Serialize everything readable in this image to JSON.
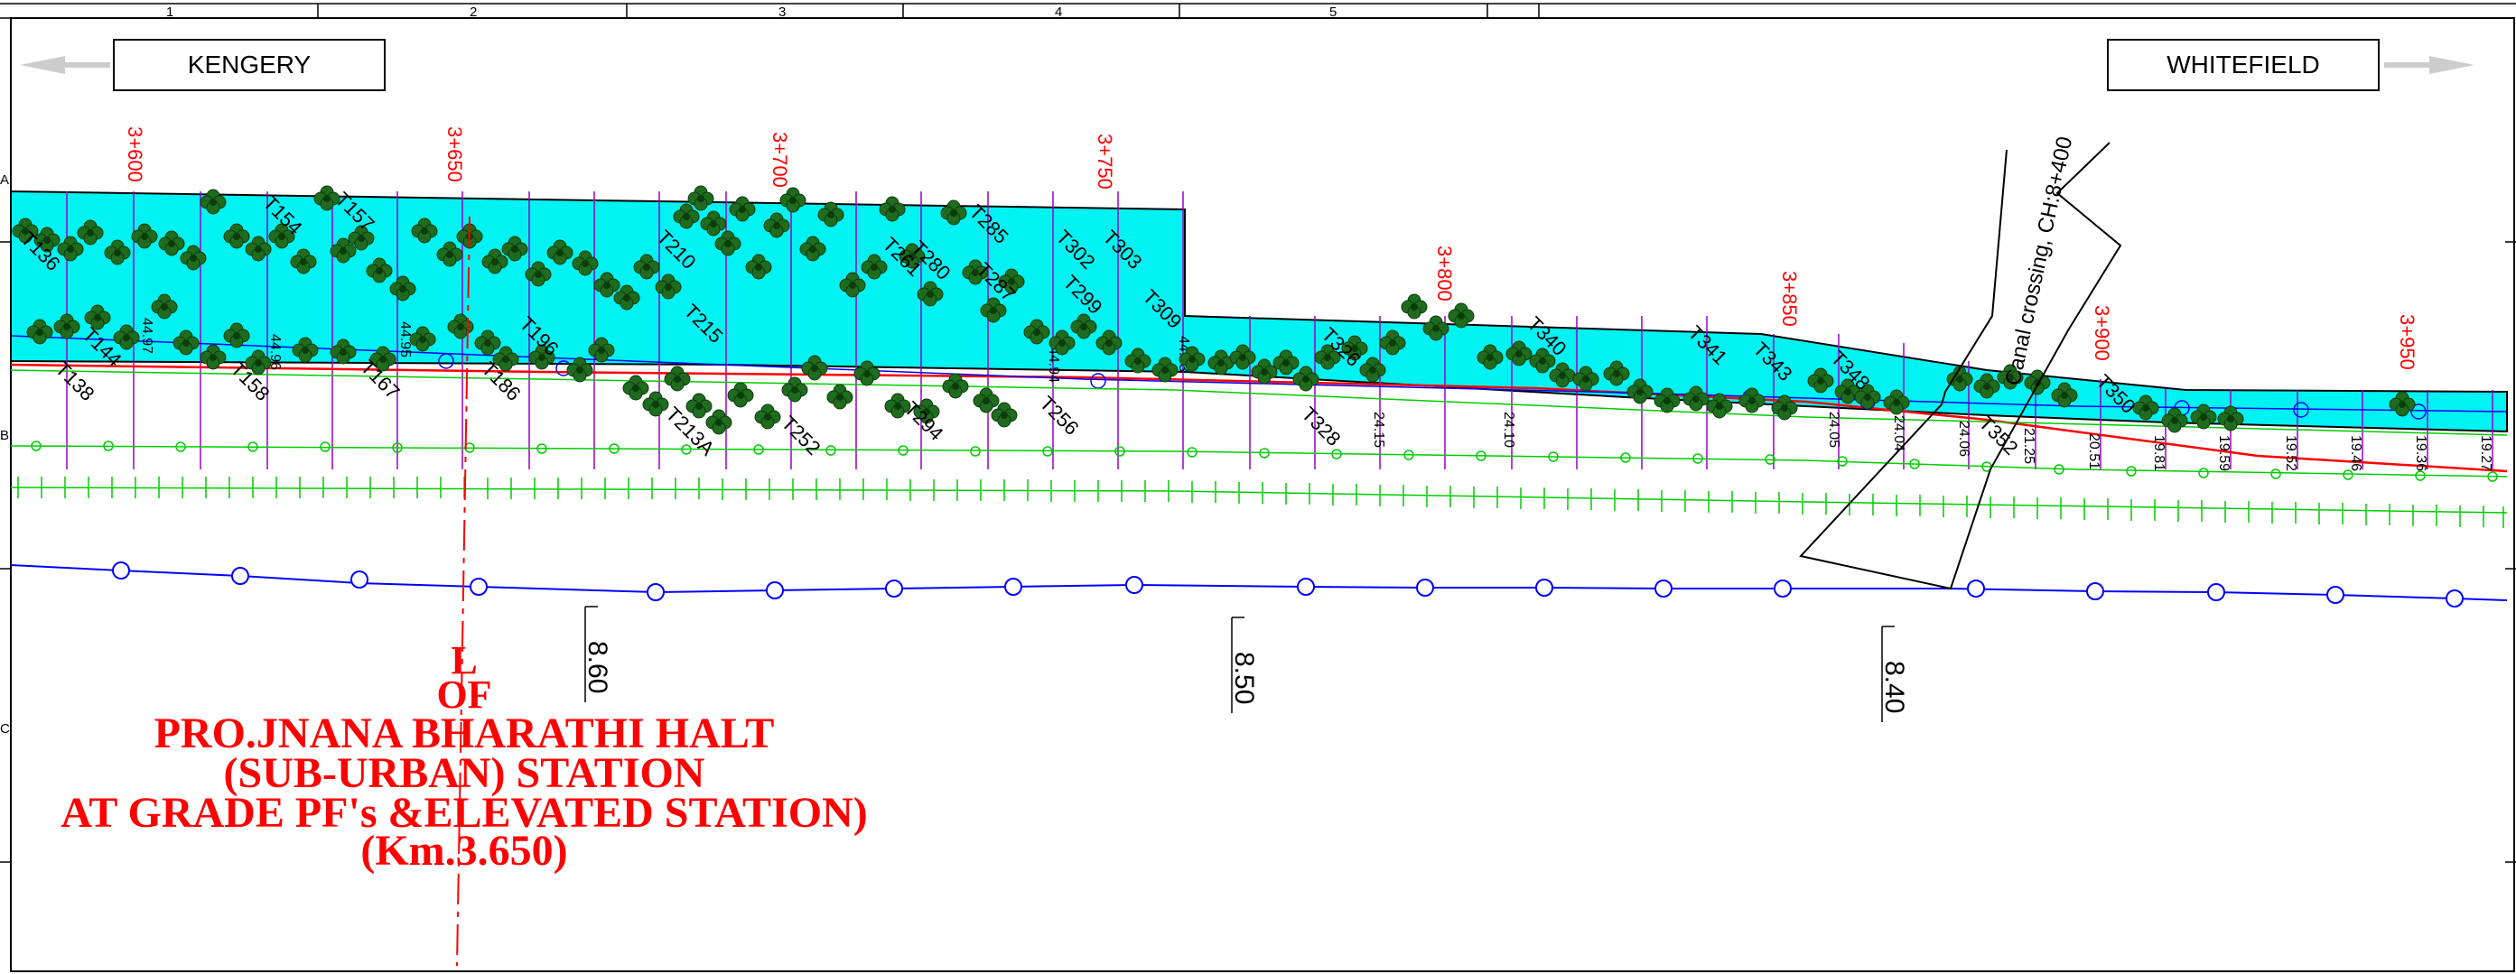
{
  "grid_numbers": [
    "1",
    "2",
    "3",
    "4",
    "5"
  ],
  "grid_letters": [
    "A",
    "B",
    "C"
  ],
  "directions": {
    "left": "KENGERY",
    "right": "WHITEFIELD"
  },
  "chainages": [
    "3+600",
    "3+650",
    "3+700",
    "3+750",
    "3+800",
    "3+850",
    "3+900",
    "3+950"
  ],
  "ground_levels": [
    "44.97",
    "44.96",
    "44.95",
    "44.94",
    "44.93",
    "24.15",
    "24.10",
    "24.05",
    "24.04",
    "24.06",
    "21.25",
    "20.51",
    "19.81",
    "19.59",
    "19.52",
    "19.46",
    "19.36",
    "19.27"
  ],
  "profile_levels": [
    "8.60",
    "8.50",
    "8.40"
  ],
  "tree_labels": [
    "T136",
    "T138",
    "T144",
    "T154",
    "T157",
    "T158",
    "T167",
    "T186",
    "T196",
    "T210",
    "T213A",
    "T215",
    "T252",
    "T256",
    "T261",
    "T280",
    "T285",
    "T287",
    "T294",
    "T299",
    "T302",
    "T303",
    "T309",
    "T326",
    "T328",
    "T340",
    "T341",
    "T343",
    "T348",
    "T352",
    "T350"
  ],
  "canal_label": "Canal crossing, CH:8+400",
  "station_lines": [
    "L",
    "OF",
    "PRO.JNANA BHARATHI HALT",
    "(SUB-URBAN) STATION",
    "AT GRADE PF's &ELEVATED STATION)",
    "(Km.3.650)"
  ],
  "colors": {
    "track_bed": "#00f2f2",
    "tree": "#1f6b1f",
    "tree_dark": "#0b3d0b",
    "chainage": "#ff0000",
    "alignment": "#ff0000",
    "boundary": "#00cc00",
    "profile": "#0000ff",
    "cross_section": "#9900cc"
  }
}
